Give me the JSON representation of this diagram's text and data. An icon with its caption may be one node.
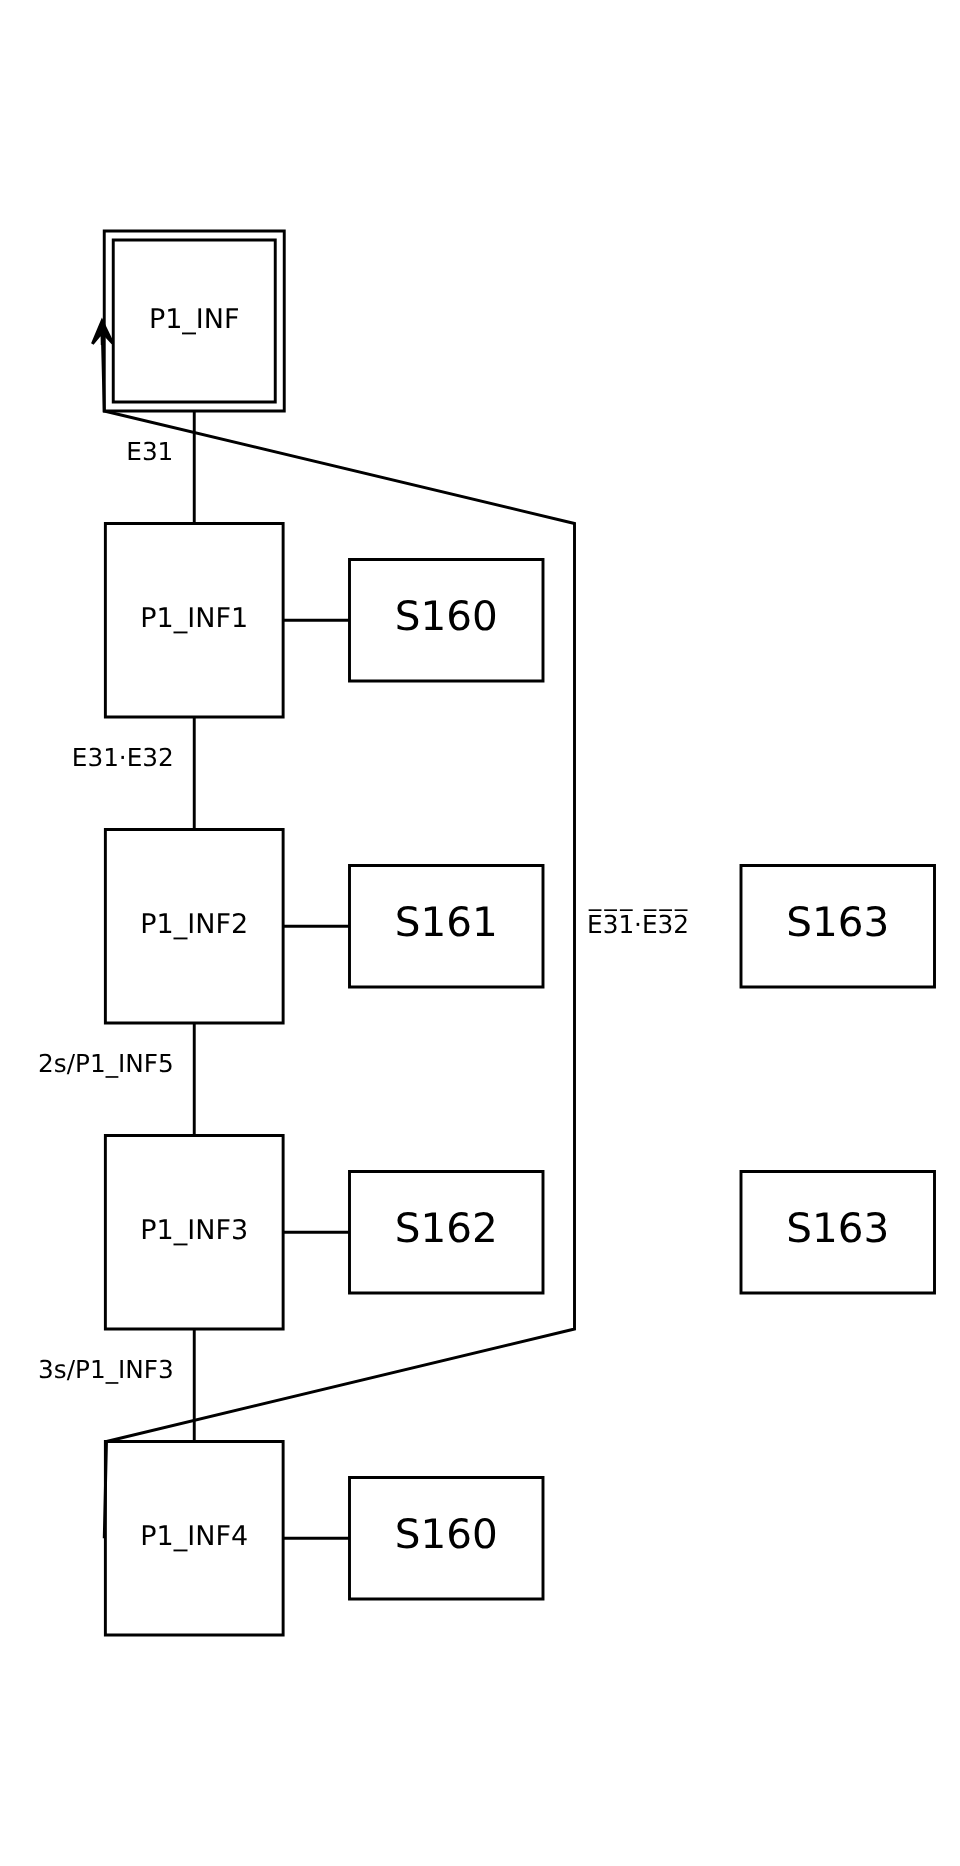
{
  "diagram": {
    "nodes": [
      {
        "text": [
          "P1_INF"
        ]
      },
      {
        "text": [
          "P1_INF1"
        ]
      },
      {
        "text": [
          "S160"
        ]
      },
      {
        "text": [
          "P1_INF2"
        ]
      },
      {
        "text": [
          "S161"
        ]
      },
      {
        "text": [
          "S163"
        ]
      },
      {
        "text": [
          "P1_INF3"
        ]
      },
      {
        "text": [
          "S162"
        ]
      },
      {
        "text": [
          "S163"
        ]
      },
      {
        "text": [
          "P1_INF4"
        ]
      },
      {
        "text": [
          "S160"
        ]
      }
    ],
    "edges": [
      {
        "from": 0,
        "to": 1,
        "arrow": "none",
        "label": "E31"
      },
      {
        "from": 1,
        "to": 2,
        "arrow": "none"
      },
      {
        "from": 1,
        "to": 3,
        "arrow": "none",
        "label": "E31·E32"
      },
      {
        "from": 3,
        "to": 4,
        "arrow": "none"
      },
      {
        "from": 3,
        "to": 6,
        "arrow": "none",
        "label": "2s/P1_INF5"
      },
      {
        "from": 6,
        "to": 7,
        "arrow": "none"
      },
      {
        "from": 6,
        "to": 9,
        "arrow": "none",
        "label": "3s/P1_INF3"
      },
      {
        "from": 9,
        "to": 10,
        "arrow": "none"
      },
      {
        "from": 9,
        "to": 0,
        "arrow": "to",
        "label": "E̅3̅1̅·E̅3̅2̅"
      }
    ]
  }
}
